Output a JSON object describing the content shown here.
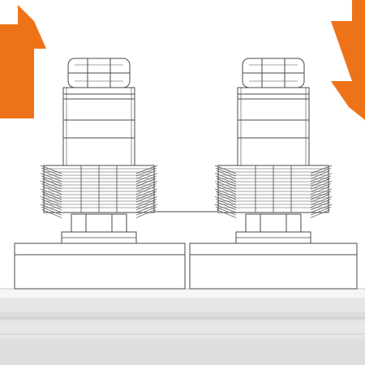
{
  "diagram": {
    "arrows": [
      {
        "direction": "up",
        "icon": "arrow-up-icon"
      },
      {
        "direction": "down",
        "icon": "arrow-down-icon"
      }
    ],
    "fittings": [
      {
        "name": "left-fitting"
      },
      {
        "name": "right-fitting"
      }
    ],
    "colors": {
      "arrow": "#ee7318",
      "line": "#4a4a4a",
      "fill": "#ffffff",
      "shade": "#f2f2f2",
      "rail_top": "#ededed",
      "rail_mid": "#e3e3e3",
      "rail_bottom": "#d8d8d8"
    }
  }
}
